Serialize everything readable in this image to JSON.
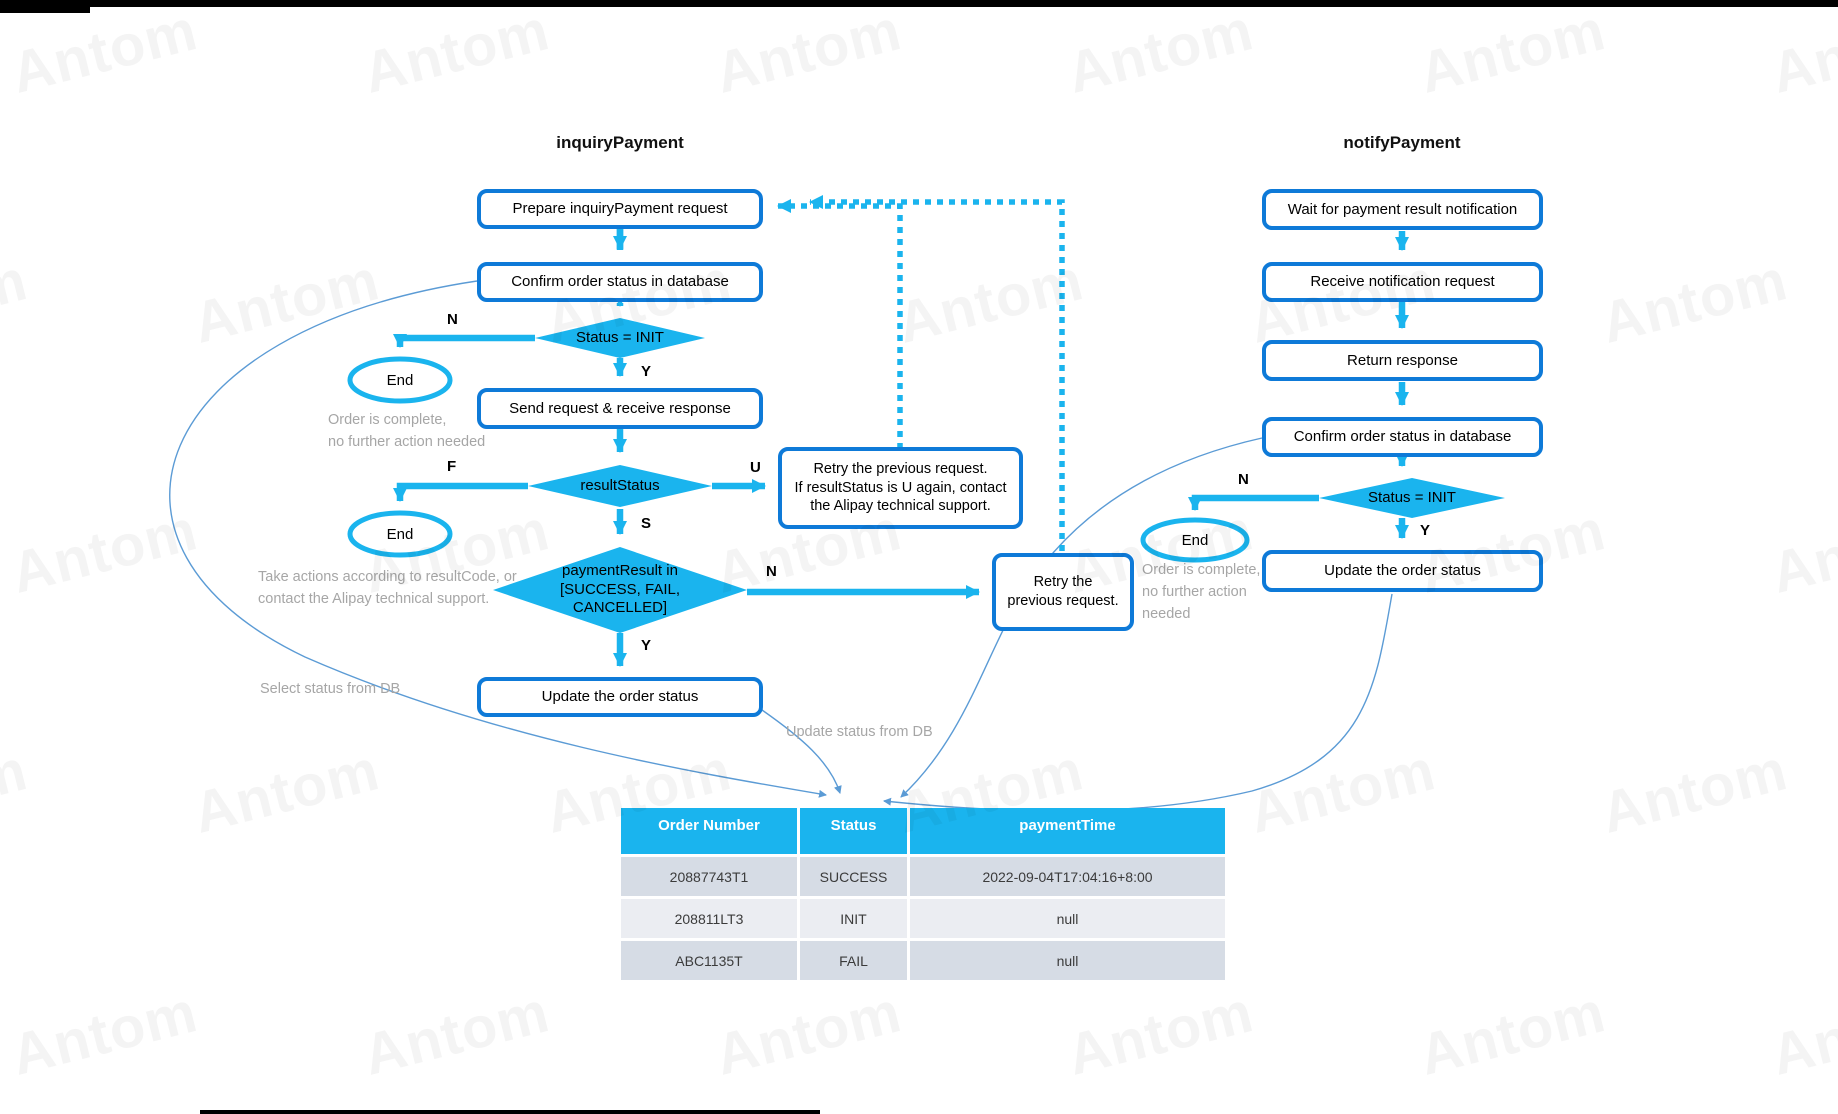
{
  "flows": {
    "inquiry": {
      "title": "inquiryPayment",
      "nodes": {
        "prepare": "Prepare inquiryPayment request",
        "confirm": "Confirm order status in database",
        "status_init": "Status = INIT",
        "end1": "End",
        "send": "Send request & receive response",
        "result_status": "resultStatus",
        "end2": "End",
        "retry_contact": "Retry the previous request.\nIf resultStatus is U again, contact\nthe Alipay technical support.",
        "payment_result": "paymentResult in\n[SUCCESS, FAIL,\nCANCELLED]",
        "retry_previous": "Retry the\nprevious request.",
        "update": "Update the order status"
      },
      "edge_labels": {
        "n1": "N",
        "y1": "Y",
        "f": "F",
        "u": "U",
        "s": "S",
        "n2": "N",
        "y2": "Y"
      },
      "annotations": {
        "order_complete": "Order is complete,\nno further action needed",
        "take_actions": "Take actions according to resultCode, or\ncontact the Alipay technical support.",
        "select_status": "Select status from DB",
        "update_status": "Update status from DB"
      }
    },
    "notify": {
      "title": "notifyPayment",
      "nodes": {
        "wait": "Wait for payment result notification",
        "receive": "Receive notification request",
        "return_response": "Return response",
        "confirm": "Confirm order status in database",
        "status_init": "Status = INIT",
        "end": "End",
        "update": "Update the order status"
      },
      "edge_labels": {
        "n": "N",
        "y": "Y"
      },
      "annotations": {
        "order_complete": "Order is complete,\nno further action\nneeded"
      }
    }
  },
  "table": {
    "headers": [
      "Order Number",
      "Status",
      "paymentTime"
    ],
    "rows": [
      [
        "20887743T1",
        "SUCCESS",
        "2022-09-04T17:04:16+8:00"
      ],
      [
        "208811LT3",
        "INIT",
        "null"
      ],
      [
        "ABC1135T",
        "FAIL",
        "null"
      ]
    ]
  },
  "watermark": {
    "text": "Antom"
  },
  "colors": {
    "cyan": "#1AB4EE",
    "box_border": "#0E7AD8",
    "thin_line": "#5B9BD5",
    "gray_text": "#A6A6A6",
    "row_dark": "#D6DCE5",
    "row_light": "#EBEDF2"
  }
}
